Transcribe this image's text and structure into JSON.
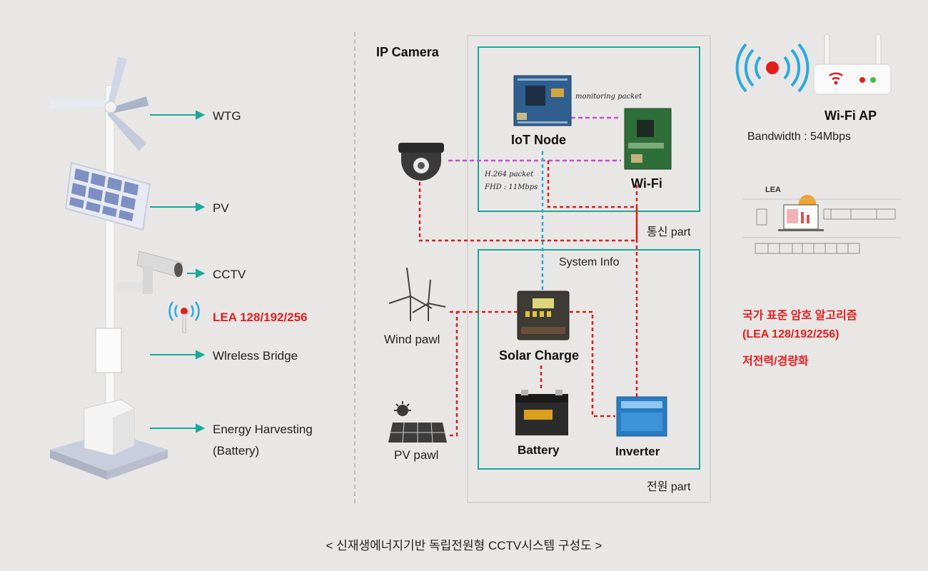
{
  "left": {
    "labels": {
      "wtg": "WTG",
      "pv": "PV",
      "cctv": "CCTV",
      "lea": "LEA 128/192/256",
      "bridge": "Wlreless Bridge",
      "energy_line1": "Energy Harvesting",
      "energy_line2": "(Battery)"
    }
  },
  "diagram": {
    "ip_camera": "IP Camera",
    "iot_node": "IoT Node",
    "wifi": "Wi-Fi",
    "monitoring_packet": "monitoring packet",
    "h264_line1": "H.264 packet",
    "h264_line2": "FHD : 11Mbps",
    "comm_part": "통신 part",
    "system_info": "System Info",
    "wind_pawl": "Wind pawl",
    "pv_pawl": "PV pawl",
    "solar_charge": "Solar Charge",
    "battery": "Battery",
    "inverter": "Inverter",
    "power_part": "전원 part"
  },
  "right": {
    "wifi_ap": "Wi-Fi AP",
    "bandwidth": "Bandwidth : 54Mbps",
    "lea_title": "LEA",
    "korean_line1": "국가 표준 암호 알고리즘",
    "korean_line2": "(LEA 128/192/256)",
    "korean_line3": "저전력/경량화"
  },
  "caption": "< 신재생에너지기반 독립전원형 CCTV시스템 구성도 >",
  "colors": {
    "teal": "#1aa89a",
    "red_dash": "#d62020",
    "purple_dash": "#c34fd6",
    "blue_dash": "#2aa9e0",
    "alert_red": "#e01e1e"
  }
}
